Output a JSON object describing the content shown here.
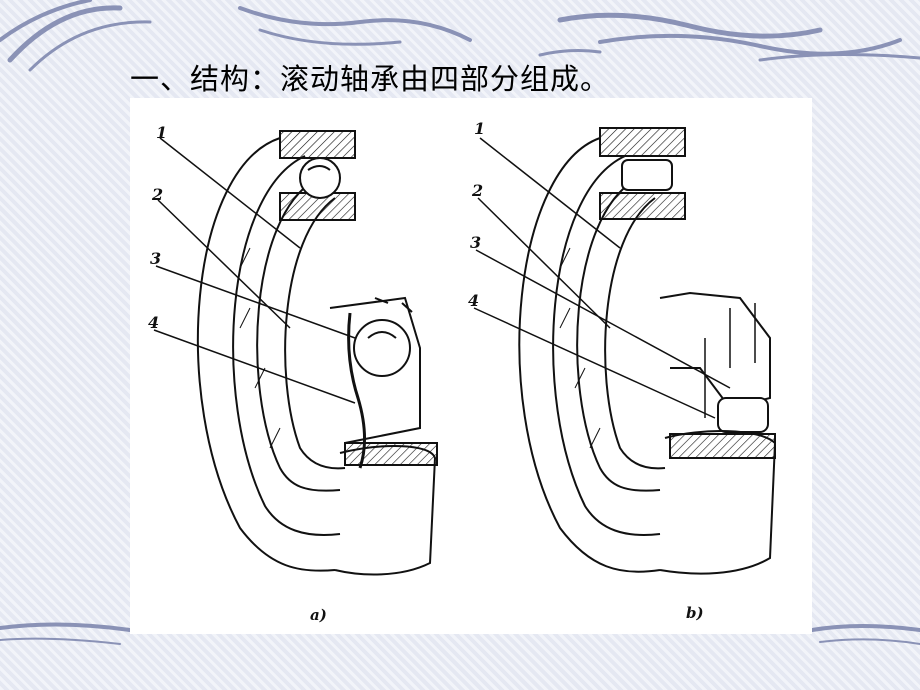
{
  "slide": {
    "title": "一、结构：滚动轴承由四部分组成。"
  },
  "figure": {
    "panel_a": {
      "caption": "a)",
      "labels": [
        "1",
        "2",
        "3",
        "4"
      ]
    },
    "panel_b": {
      "caption": "b)",
      "labels": [
        "1",
        "2",
        "3",
        "4"
      ]
    }
  },
  "colors": {
    "background": "#ebeef6",
    "decor_stroke": "#8a92b6",
    "line": "#111111",
    "figure_bg": "#ffffff"
  }
}
